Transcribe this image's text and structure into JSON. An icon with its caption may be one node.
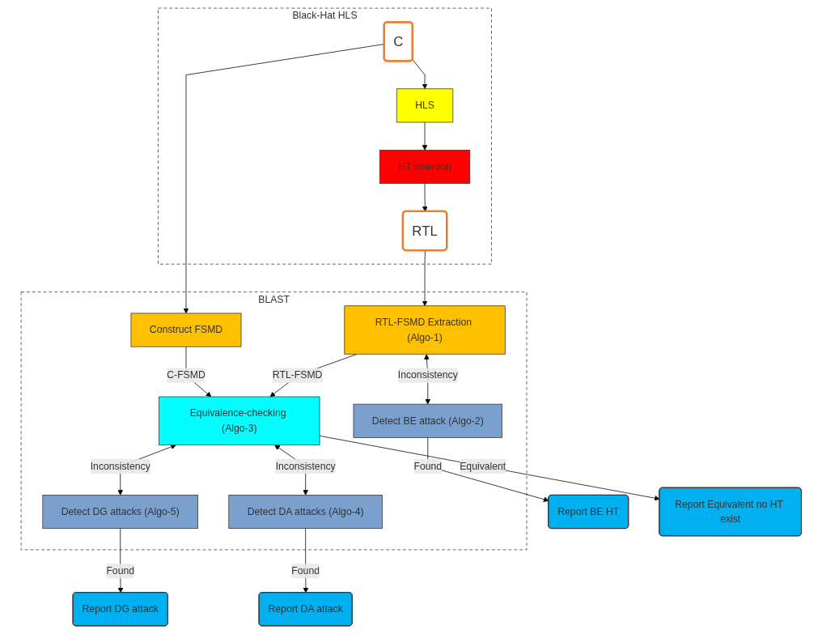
{
  "diagram": {
    "nodes": [
      {
        "text": [
          "Black-Hat HLS"
        ]
      },
      {
        "text": [
          "C"
        ],
        "in": 0
      },
      {
        "text": [
          "HLS"
        ],
        "in": 0
      },
      {
        "text": [
          "HT insertion"
        ],
        "in": 0
      },
      {
        "text": [
          "RTL"
        ],
        "in": 0
      },
      {
        "text": [
          "BLAST"
        ]
      },
      {
        "text": [
          "Construct FSMD"
        ],
        "in": 5
      },
      {
        "text": [
          "RTL-FSMD Extraction (Algo-1)"
        ],
        "in": 5
      },
      {
        "text": [
          "Equivalence-checking (Algo-3)"
        ],
        "in": 5
      },
      {
        "text": [
          "Detect BE attack (Algo-2)"
        ],
        "in": 5
      },
      {
        "text": [
          "Detect DA attacks (Algo-4)"
        ],
        "in": 5
      },
      {
        "text": [
          "Detect DG attacks (Algo-5)"
        ],
        "in": 5
      },
      {
        "text": [
          "Report Equivalent no HT exist"
        ]
      },
      {
        "text": [
          "Report DA attack"
        ]
      },
      {
        "text": [
          "Report DG attack"
        ]
      },
      {
        "text": [
          "Report BE HT"
        ]
      }
    ],
    "edges": [
      {
        "from": 1,
        "to": 2,
        "arrow": "to"
      },
      {
        "from": 2,
        "to": 3,
        "arrow": "to"
      },
      {
        "from": 3,
        "to": 4,
        "arrow": "to"
      },
      {
        "from": 1,
        "to": 6,
        "arrow": "to"
      },
      {
        "from": 4,
        "to": 7,
        "arrow": "to"
      },
      {
        "from": 6,
        "to": 8,
        "label": "C-FSMD",
        "arrow": "to"
      },
      {
        "from": 7,
        "to": 8,
        "label": "RTL-FSMD",
        "arrow": "to"
      },
      {
        "from": 7,
        "to": 9,
        "label": "Inconsistency",
        "arrow": "both"
      },
      {
        "from": 8,
        "to": 11,
        "label": "Inconsistency",
        "arrow": "both"
      },
      {
        "from": 8,
        "to": 10,
        "label": "Inconsistency",
        "arrow": "both"
      },
      {
        "from": 8,
        "to": 12,
        "label": "Equivalent",
        "arrow": "to"
      },
      {
        "from": 10,
        "to": 13,
        "label": "Found",
        "arrow": "to"
      },
      {
        "from": 11,
        "to": 14,
        "label": "Found",
        "arrow": "to"
      },
      {
        "from": 9,
        "to": 15,
        "label": "Found",
        "arrow": "to"
      }
    ]
  }
}
